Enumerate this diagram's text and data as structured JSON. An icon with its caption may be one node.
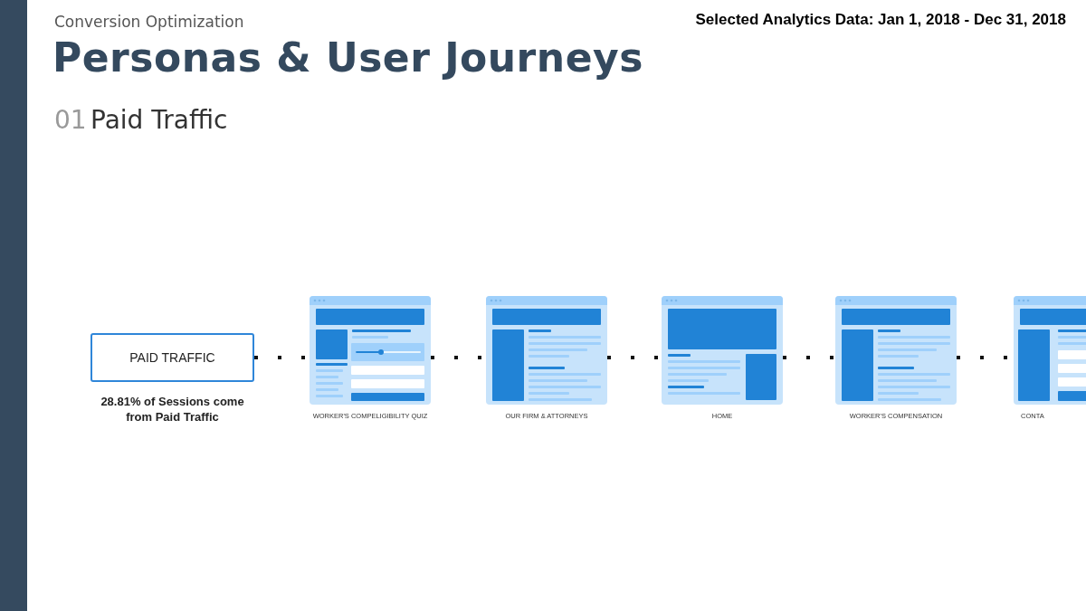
{
  "diagram": {
    "title": "Personas & User Journeys",
    "nodes": [
      {
        "text": [
          "PAID TRAFFIC"
        ],
        "beside": [
          "28.81% of Sessions come from Paid Traffic"
        ]
      },
      {
        "text": [
          "WORKER'S COMPELIGIBILITY QUIZ"
        ]
      },
      {
        "text": [
          "OUR FIRM & ATTORNEYS"
        ]
      },
      {
        "text": [
          "HOME"
        ]
      },
      {
        "text": [
          "WORKER'S COMPENSATION"
        ]
      },
      {
        "text": [
          "CONTA"
        ]
      }
    ],
    "edges": [
      {
        "from": 0,
        "to": 1,
        "arrow": "none",
        "style": "dashed"
      },
      {
        "from": 1,
        "to": 2,
        "arrow": "none",
        "style": "dashed"
      },
      {
        "from": 2,
        "to": 3,
        "arrow": "none",
        "style": "dashed"
      },
      {
        "from": 3,
        "to": 4,
        "arrow": "none",
        "style": "dashed"
      },
      {
        "from": 4,
        "to": 5,
        "arrow": "none",
        "style": "dashed"
      }
    ],
    "labels": [
      "Conversion Optimization",
      "Selected Analytics Data: Jan 1, 2018 - Dec 31, 2018",
      "01",
      "Paid Traffic"
    ]
  }
}
